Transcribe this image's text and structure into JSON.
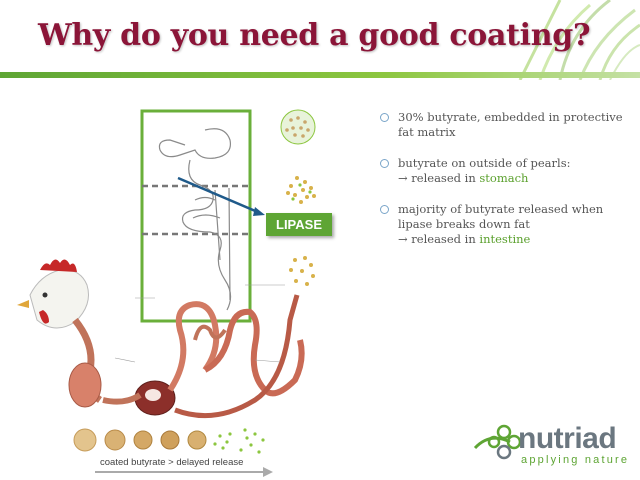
{
  "slide": {
    "title": "Why do you need a good coating?",
    "lipase_label": "LIPASE",
    "caption": "coated butyrate > delayed release",
    "bullets": [
      {
        "lines": [
          "30% butyrate, embedded in protective",
          "fat matrix"
        ]
      },
      {
        "text": "butyrate on outside of pearls:",
        "arrow": "→ released in ",
        "highlight": "stomach"
      },
      {
        "lines": [
          "majority of butyrate released when",
          "lipase breaks down fat"
        ],
        "arrow": "→ released in ",
        "highlight": "intestine"
      }
    ]
  },
  "logo": {
    "name": "nutriad",
    "tagline": "applying nature"
  },
  "colors": {
    "title": "#8b1538",
    "accent_green": "#5ea534",
    "bullet_ring": "#7aa5c9",
    "arrow_blue": "#1f5a8a"
  }
}
